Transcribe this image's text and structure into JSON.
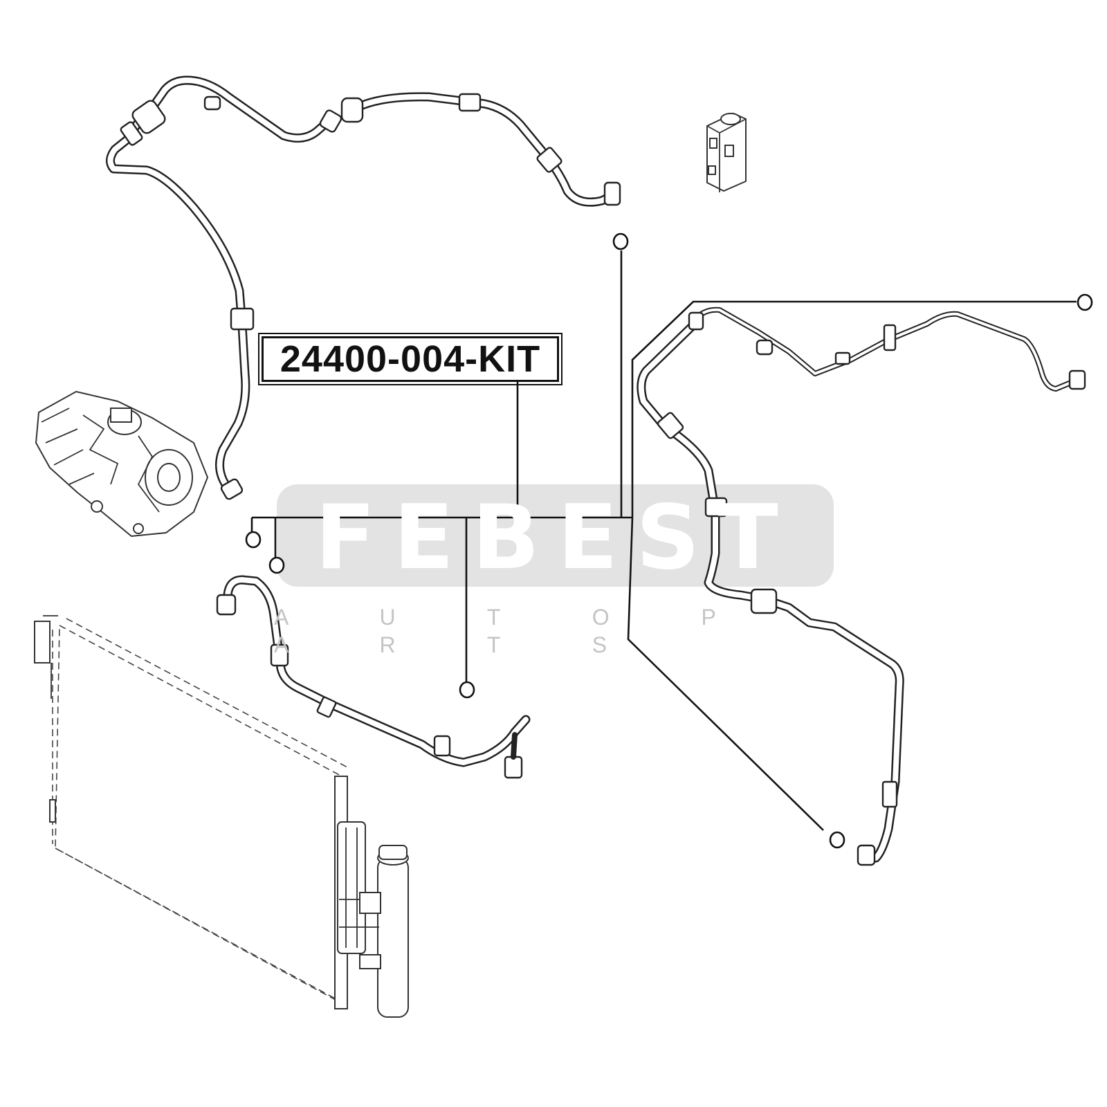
{
  "part_number": "24400-004-KIT",
  "watermark": {
    "brand": "FEBEST",
    "tagline": "A U T O   P A R T S",
    "color": "#e3e3e3"
  },
  "colors": {
    "line": "#111111",
    "background": "#ffffff"
  }
}
